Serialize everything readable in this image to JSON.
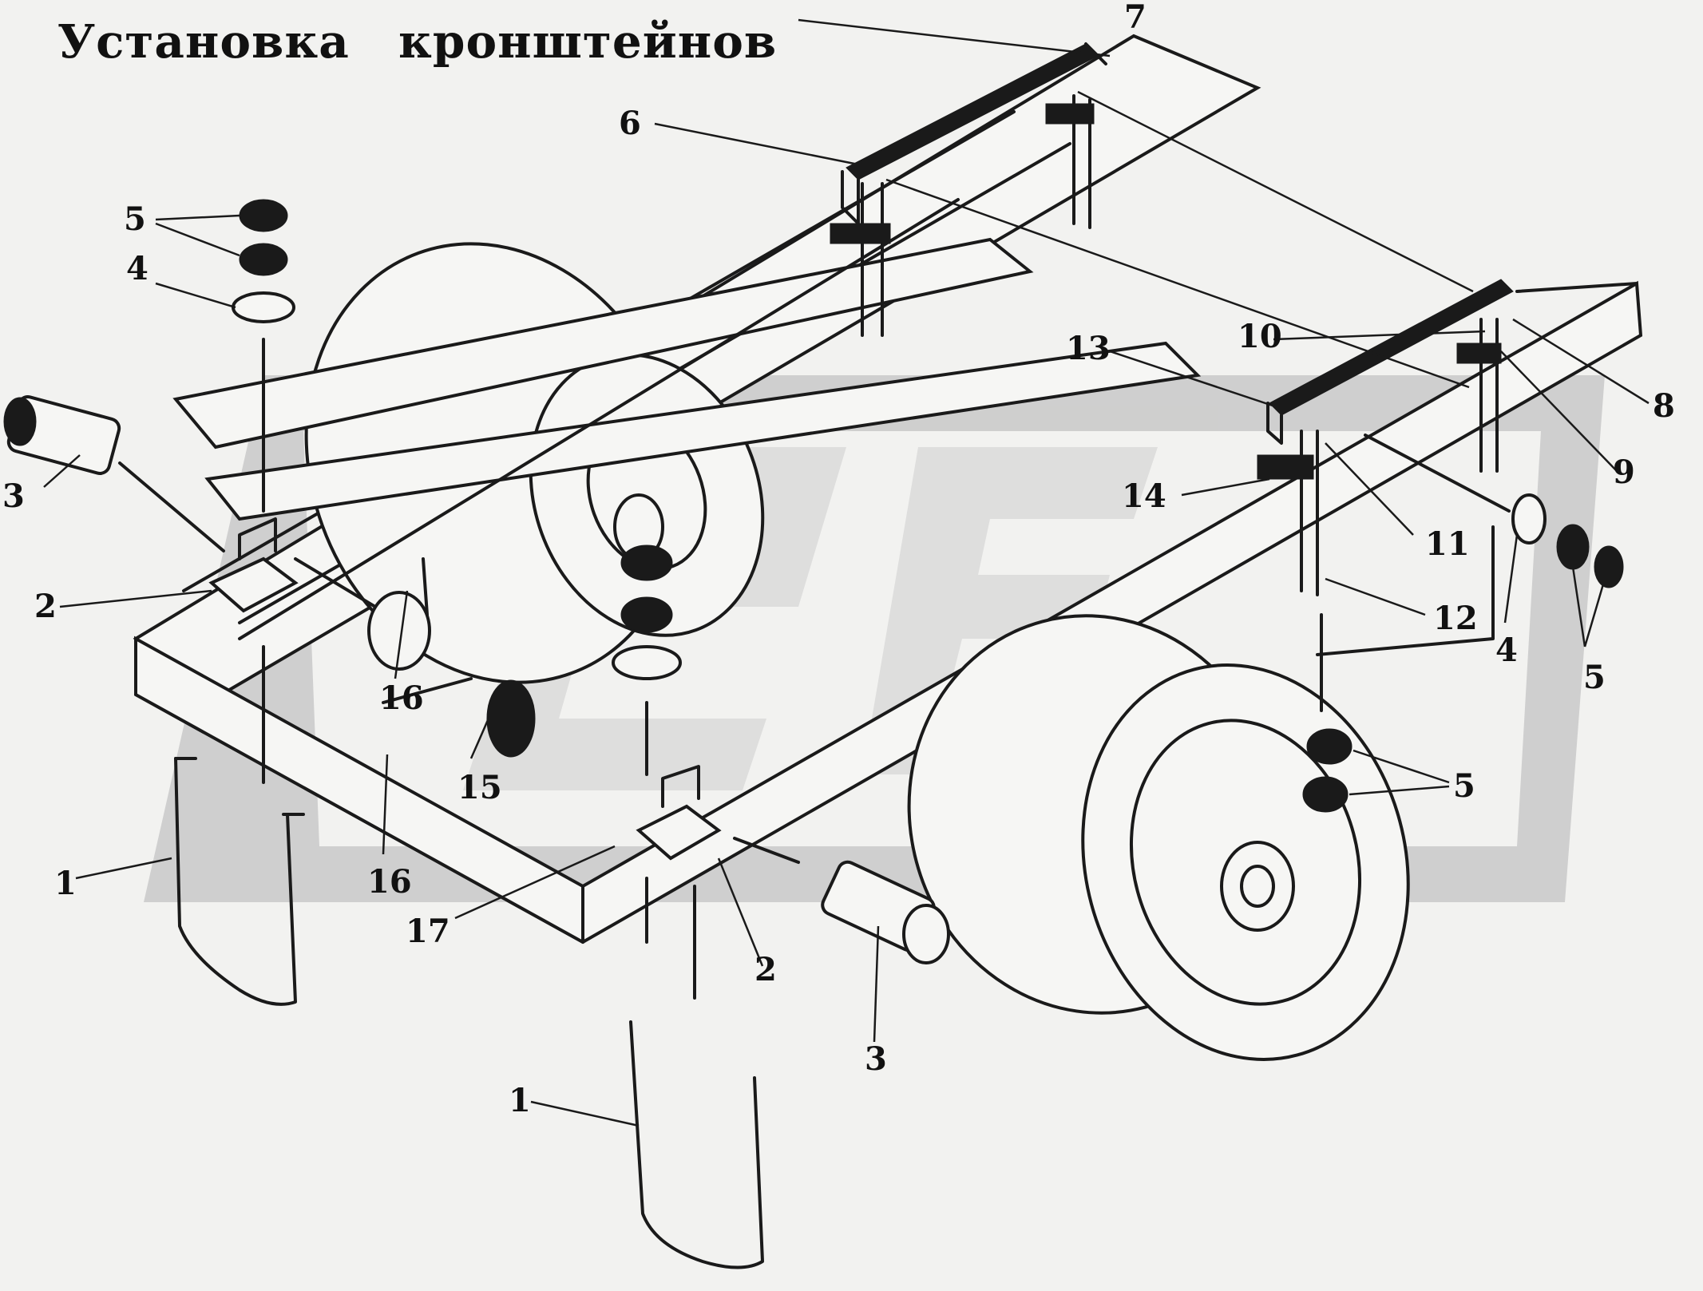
{
  "title": "Установка кронштейнов",
  "callouts": [
    {
      "id": "c1a",
      "label": "1"
    },
    {
      "id": "c1b",
      "label": "1"
    },
    {
      "id": "c2a",
      "label": "2"
    },
    {
      "id": "c2b",
      "label": "2"
    },
    {
      "id": "c3a",
      "label": "3"
    },
    {
      "id": "c3b",
      "label": "3"
    },
    {
      "id": "c4a",
      "label": "4"
    },
    {
      "id": "c4b",
      "label": "4"
    },
    {
      "id": "c5a",
      "label": "5"
    },
    {
      "id": "c5b",
      "label": "5"
    },
    {
      "id": "c5c",
      "label": "5"
    },
    {
      "id": "c6",
      "label": "6"
    },
    {
      "id": "c7",
      "label": "7"
    },
    {
      "id": "c8",
      "label": "8"
    },
    {
      "id": "c9",
      "label": "9"
    },
    {
      "id": "c10",
      "label": "10"
    },
    {
      "id": "c11",
      "label": "11"
    },
    {
      "id": "c12",
      "label": "12"
    },
    {
      "id": "c13",
      "label": "13"
    },
    {
      "id": "c14",
      "label": "14"
    },
    {
      "id": "c15",
      "label": "15"
    },
    {
      "id": "c16a",
      "label": "16"
    },
    {
      "id": "c16b",
      "label": "16"
    },
    {
      "id": "c17",
      "label": "17"
    }
  ],
  "colors": {
    "ink": "#1a1a1a",
    "paper": "#f2f2f0",
    "watermark": "#c9c9c9"
  }
}
